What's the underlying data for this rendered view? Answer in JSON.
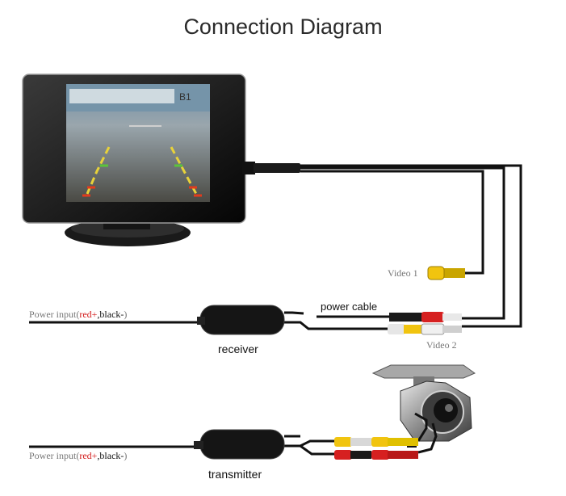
{
  "title": "Connection Diagram",
  "labels": {
    "video1": "Video 1",
    "video2": "Video 2",
    "power_cable": "power cable",
    "receiver": "receiver",
    "transmitter": "transmitter"
  },
  "power_input": {
    "prefix": "Power input(",
    "red": "red+",
    "separator": ",",
    "black": "black-",
    "suffix": ")"
  },
  "monitor_screen_text": "B1",
  "colors": {
    "cable": "#111111",
    "rca_yellow": "#f1c40f",
    "rca_red": "#d62020",
    "rca_white": "#f0f0f0",
    "power_red": "#d21818"
  }
}
